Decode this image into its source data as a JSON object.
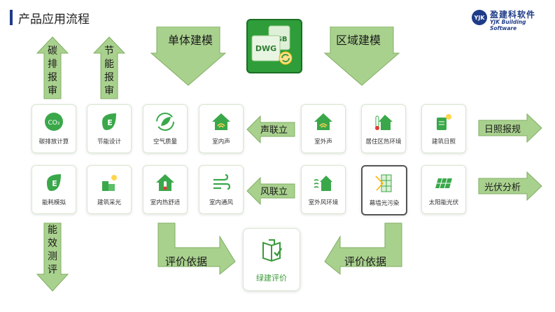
{
  "header": {
    "title": "产品应用流程"
  },
  "logo": {
    "badge": "YJK",
    "name_cn": "盈建科软件",
    "name_en": "YJK Building Software"
  },
  "center_icon": {
    "dwg": "DWG",
    "ygb": "YGB"
  },
  "arrows": {
    "single_model": "单体建模",
    "region_model": "区域建模",
    "sound_link": "声联立",
    "wind_link": "风联立",
    "sunlight_spec": "日照报规",
    "pv_analysis": "光伏分析",
    "eval_left": "评价依据",
    "eval_right": "评价依据",
    "carbon_report": [
      "碳",
      "排",
      "报",
      "审"
    ],
    "energy_report": [
      "节",
      "能",
      "报",
      "审"
    ],
    "energy_eval": [
      "能",
      "效",
      "测",
      "评"
    ]
  },
  "cards_row1": [
    {
      "label": "碳排放计算",
      "icon": "co2-icon"
    },
    {
      "label": "节能设计",
      "icon": "energy-e-icon"
    },
    {
      "label": "空气质量",
      "icon": "leaf-icon"
    },
    {
      "label": "室内声",
      "icon": "house-sound-icon"
    },
    {
      "label": "室外声",
      "icon": "house-sound-icon"
    },
    {
      "label": "居住区热环境",
      "icon": "thermometer-house-icon"
    },
    {
      "label": "建筑日照",
      "icon": "sun-doc-icon"
    }
  ],
  "cards_row2": [
    {
      "label": "能耗模拟",
      "icon": "energy-e-icon"
    },
    {
      "label": "建筑采光",
      "icon": "building-sun-icon"
    },
    {
      "label": "室内热舒适",
      "icon": "house-thermo-icon"
    },
    {
      "label": "室内通风",
      "icon": "wind-icon"
    },
    {
      "label": "室外风环境",
      "icon": "wind-house-icon"
    },
    {
      "label": "幕墙光污染",
      "icon": "curtain-wall-icon"
    },
    {
      "label": "太阳能光伏",
      "icon": "solar-panel-icon"
    }
  ],
  "green_eval": {
    "label": "绿建评价",
    "icon": "green-doc-icon"
  },
  "colors": {
    "arrow_fill": "#a9d18e",
    "arrow_stroke": "#7fae62",
    "accent": "#3a9a3a",
    "brand": "#1f3c88"
  }
}
